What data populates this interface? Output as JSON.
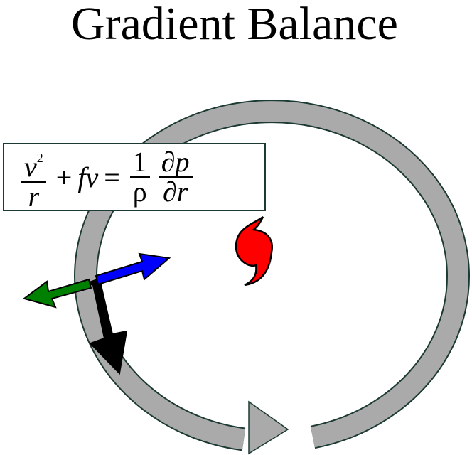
{
  "title": "Gradient Balance",
  "equation": {
    "term1_num": "v",
    "term1_sup": "2",
    "term1_den": "r",
    "plus": "+",
    "term2": "fv",
    "equals": "=",
    "term3_num": "1",
    "term3_den": "ρ",
    "term4_num": "∂p",
    "term4_den": "∂r"
  },
  "colors": {
    "flow": "#aaaaaa",
    "coriolis": "#0000ff",
    "centrifugal": "#008000",
    "pressure_gradient": "#000000",
    "hurricane": "#ff0000"
  }
}
